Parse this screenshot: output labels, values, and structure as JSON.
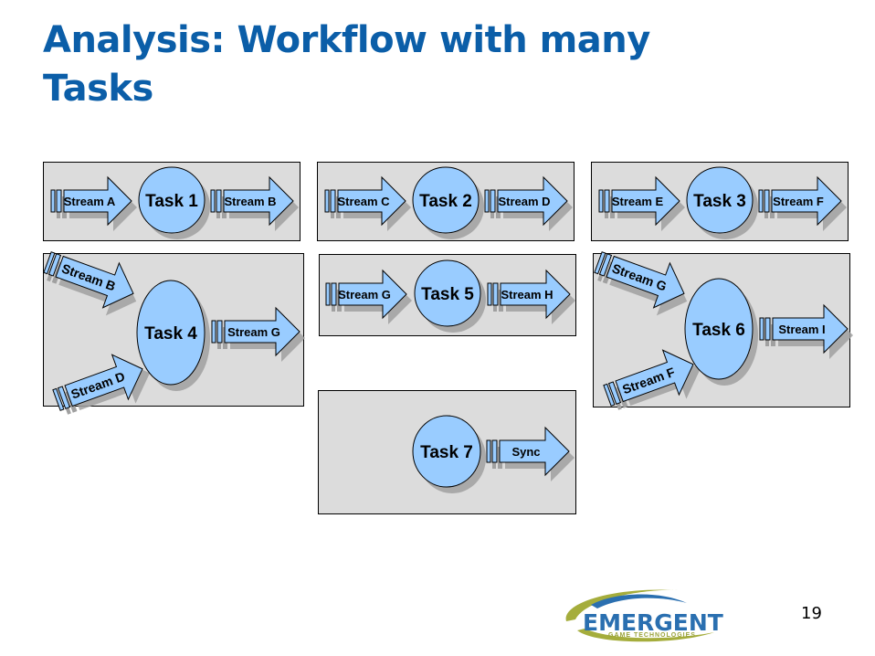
{
  "slide": {
    "title_line1": "Analysis: Workflow with many",
    "title_line2": "Tasks",
    "page_number": "19"
  },
  "logo": {
    "name": "EMERGENT",
    "tagline": "GAME TECHNOLOGIES"
  },
  "colors": {
    "title": "#0b5ea8",
    "panel_bg": "#dcdcdc",
    "shape_fill": "#99ccff",
    "shadow": "#a0a0a0"
  },
  "workflows": [
    {
      "task": "Task 1",
      "inputs": [
        "Stream A"
      ],
      "outputs": [
        "Stream B"
      ]
    },
    {
      "task": "Task 2",
      "inputs": [
        "Stream C"
      ],
      "outputs": [
        "Stream D"
      ]
    },
    {
      "task": "Task 3",
      "inputs": [
        "Stream E"
      ],
      "outputs": [
        "Stream F"
      ]
    },
    {
      "task": "Task 4",
      "inputs": [
        "Stream B",
        "Stream D"
      ],
      "outputs": [
        "Stream G"
      ]
    },
    {
      "task": "Task 5",
      "inputs": [
        "Stream G"
      ],
      "outputs": [
        "Stream H"
      ]
    },
    {
      "task": "Task 6",
      "inputs": [
        "Stream G",
        "Stream F"
      ],
      "outputs": [
        "Stream I"
      ]
    },
    {
      "task": "Task 7",
      "inputs": [],
      "outputs": [
        "Sync"
      ]
    }
  ]
}
